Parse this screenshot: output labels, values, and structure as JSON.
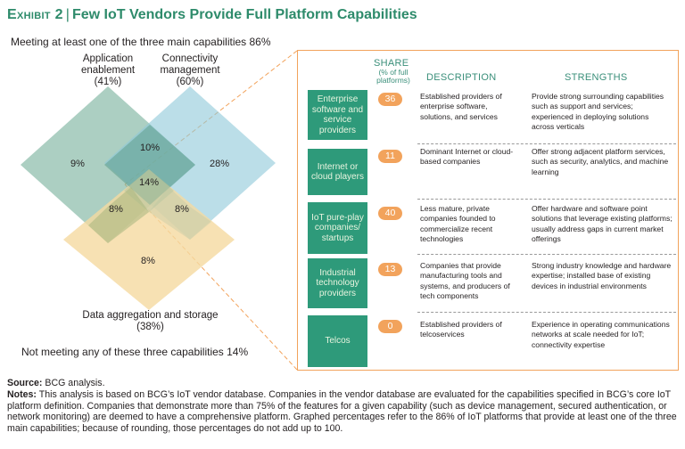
{
  "title": {
    "exhibit": "Exhibit 2",
    "separator": "|",
    "text": "Few IoT Vendors Provide Full Platform Capabilities"
  },
  "venn": {
    "meeting_label": "Meeting at least one of the three main capabilities 86%",
    "not_meeting_label": "Not meeting any of these three capabilities 14%",
    "sets": {
      "application": {
        "name_line1": "Application",
        "name_line2": "enablement",
        "share": "(41%)",
        "color": "#7fb5a2"
      },
      "connectivity": {
        "name_line1": "Connectivity",
        "name_line2": "management",
        "share": "(60%)",
        "color": "#8ec8d8"
      },
      "data": {
        "name_line1": "Data aggregation and storage",
        "share": "(38%)",
        "color": "#f5d9a0"
      }
    },
    "regions": {
      "app_only": "9%",
      "conn_only": "28%",
      "app_conn": "10%",
      "all_three": "14%",
      "app_data": "8%",
      "conn_data": "8%",
      "data_only": "8%"
    },
    "connector_color": "#f2a35c"
  },
  "table": {
    "headers": {
      "share": "SHARE",
      "share_sub_line1": "(% of full",
      "share_sub_line2": "platforms)",
      "description": "DESCRIPTION",
      "strengths": "STRENGTHS"
    },
    "rows": [
      {
        "name": "Enterprise software and service providers",
        "share": "36",
        "description": "Established providers of enterprise software, solutions, and services",
        "strengths": "Provide strong surrounding capabilities such as support and services; experienced in deploying solutions across verticals"
      },
      {
        "name": "Internet or cloud players",
        "share": "11",
        "description": "Dominant Internet or cloud-based companies",
        "strengths": "Offer strong adjacent platform services, such as security, analytics, and machine learning"
      },
      {
        "name": "IoT pure-play companies/ startups",
        "share": "40",
        "description": "Less mature, private companies founded to commercialize recent technologies",
        "strengths": "Offer hardware and software point solutions that leverage existing platforms; usually address gaps in current market offerings"
      },
      {
        "name": "Industrial technology providers",
        "share": "13",
        "description": "Companies that provide manufacturing tools and systems, and producers of tech components",
        "strengths": "Strong industry knowledge and hardware expertise; installed base of existing devices in industrial environments"
      },
      {
        "name": "Telcos",
        "share": "0",
        "description": "Established providers of telcoservices",
        "strengths": "Experience in operating communications networks at scale needed for IoT; connectivity expertise"
      }
    ]
  },
  "footer": {
    "source_label": "Source:",
    "source_text": "BCG analysis.",
    "notes_label": "Notes:",
    "notes_text": "This analysis is based on BCG’s IoT vendor database. Companies in the vendor database are evaluated for the capabilities specified in BCG’s core IoT platform definition. Companies that demonstrate more than 75% of the features for a given capability (such as device management, secured authentication, or network monitoring) are deemed to have a comprehensive platform. Graphed percentages refer to the 86% of IoT platforms that provide at least one of the three main capabilities; because of rounding, those percentages do not add up to 100."
  },
  "colors": {
    "brand_green": "#2e8b6b",
    "row_box": "#2e9a7a",
    "accent_orange": "#f2a35c"
  }
}
